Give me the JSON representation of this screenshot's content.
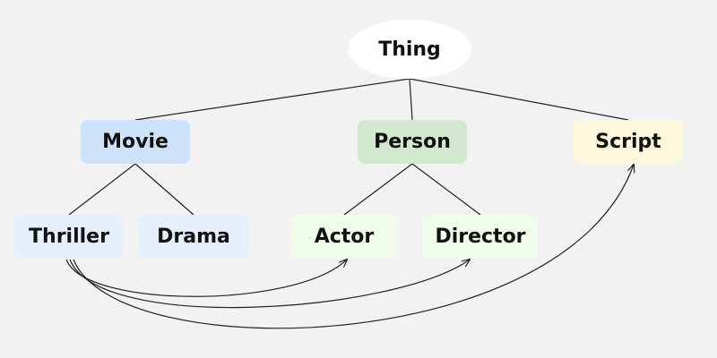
{
  "colors": {
    "background": "#f2f2f2",
    "thing": "#ffffff",
    "movie": "#cfe2fb",
    "person": "#d2e9d0",
    "script": "#fdf7dc",
    "movie_child": "#e6f0fd",
    "person_child": "#f0fbe9",
    "edge": "#222222"
  },
  "nodes": {
    "thing": "Thing",
    "movie": "Movie",
    "person": "Person",
    "script": "Script",
    "thriller": "Thriller",
    "drama": "Drama",
    "actor": "Actor",
    "director": "Director"
  },
  "edges": [
    {
      "from": "thing",
      "to": "movie"
    },
    {
      "from": "thing",
      "to": "person"
    },
    {
      "from": "thing",
      "to": "script"
    },
    {
      "from": "movie",
      "to": "thriller"
    },
    {
      "from": "movie",
      "to": "drama"
    },
    {
      "from": "person",
      "to": "actor"
    },
    {
      "from": "person",
      "to": "director"
    }
  ],
  "relations": [
    {
      "from": "thriller",
      "to": "actor"
    },
    {
      "from": "thriller",
      "to": "director"
    },
    {
      "from": "thriller",
      "to": "script"
    }
  ]
}
